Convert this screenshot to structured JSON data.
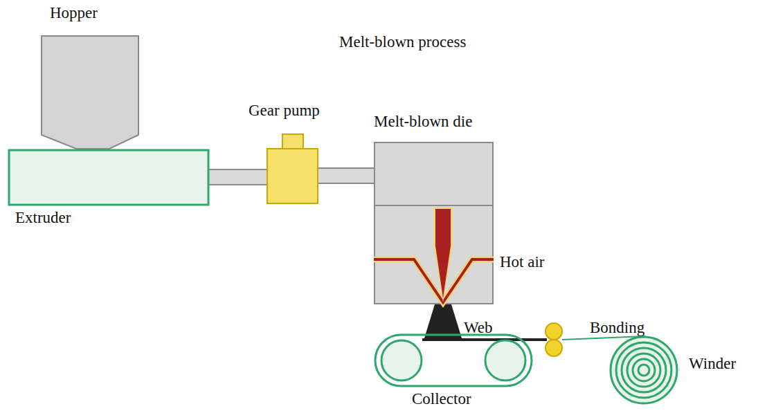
{
  "diagram": {
    "title": "Melt-blown process",
    "nodes": [
      {
        "text": [
          "Hopper"
        ]
      },
      {
        "text": [
          "Extruder"
        ]
      },
      {
        "text": [
          "Gear pump"
        ]
      },
      {
        "text": [
          "Melt-blown die"
        ]
      },
      {
        "text": [
          "Collector"
        ]
      },
      {
        "text": [
          "Winder"
        ]
      }
    ],
    "edges": [
      {
        "from": 1,
        "to": 2,
        "arrow": "none"
      },
      {
        "from": 2,
        "to": 3,
        "arrow": "none"
      }
    ],
    "labels": [
      "Hot air",
      "Web",
      "Bonding"
    ]
  }
}
